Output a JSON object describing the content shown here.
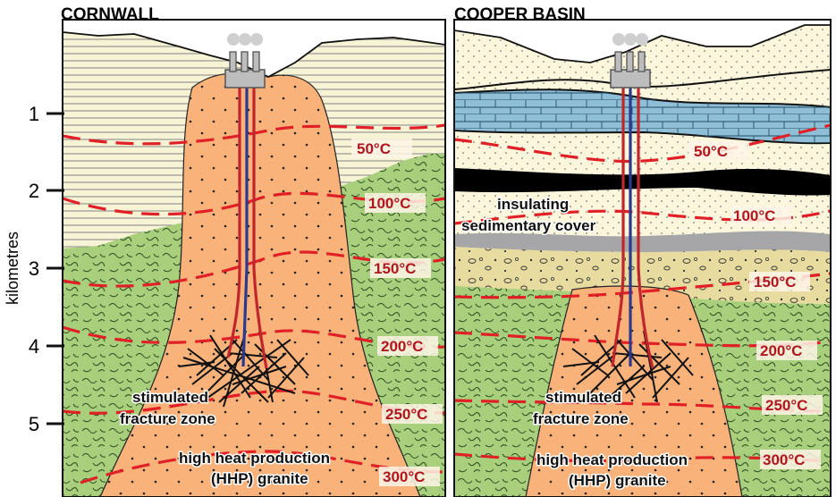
{
  "panels": [
    {
      "title": "CORNWALL",
      "temperatures": [
        "50°C",
        "100°C",
        "150°C",
        "200°C",
        "250°C",
        "300°C"
      ],
      "fracture_label": [
        "stimulated",
        "fracture zone"
      ],
      "granite_label": [
        "high heat production",
        "(HHP) granite"
      ]
    },
    {
      "title": "COOPER BASIN",
      "temperatures": [
        "50°C",
        "100°C",
        "150°C",
        "200°C",
        "250°C",
        "300°C"
      ],
      "cover_label": [
        "insulating",
        "sedimentary cover"
      ],
      "fracture_label": [
        "stimulated",
        "fracture zone"
      ],
      "granite_label": [
        "high heat production",
        "(HHP) granite"
      ]
    }
  ],
  "depth_axis": {
    "label": "kilometres",
    "ticks": [
      "1",
      "2",
      "3",
      "4",
      "5"
    ]
  },
  "colors": {
    "granite": "#f9b27a",
    "schist": "#a7cf7c",
    "sediment_cream": "#fbf6dc",
    "limestone": "#8fbfd6",
    "coal": "#000000",
    "grey_band": "#a6a6a8",
    "conglomerate": "#e7dba0",
    "isotherm": "#e01f26",
    "well_hot": "#c0272d",
    "well_cold": "#2b3990"
  }
}
